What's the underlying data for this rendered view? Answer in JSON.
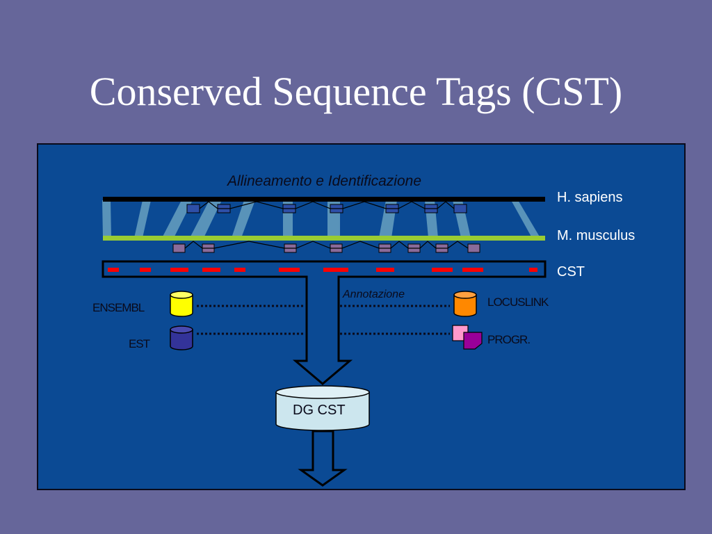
{
  "title": "Conserved Sequence Tags (CST)",
  "diagram": {
    "header": "Allineamento e Identificazione",
    "rows": {
      "human": "H. sapiens",
      "mouse": "M. musculus",
      "cst": "CST"
    },
    "annotation": "Annotazione",
    "sources": {
      "ensembl": "ENSEMBL",
      "est": "EST",
      "locuslink": "LOCUSLINK",
      "progr": "PROGR."
    },
    "output_db": "DG CST",
    "colors": {
      "background": "#0b4a94",
      "human_line": "#000000",
      "mouse_line": "#99cc33",
      "cst_tags": "#ff0000",
      "ensembl_db": "#ffff00",
      "est_db": "#333399",
      "locuslink_db": "#ff8800",
      "progr_doc": "#9900aa",
      "output_db": "#cce6ee"
    },
    "icons": {
      "ensembl": "database-icon",
      "est": "database-icon",
      "locuslink": "database-icon",
      "progr": "documents-icon",
      "output": "database-icon"
    }
  }
}
